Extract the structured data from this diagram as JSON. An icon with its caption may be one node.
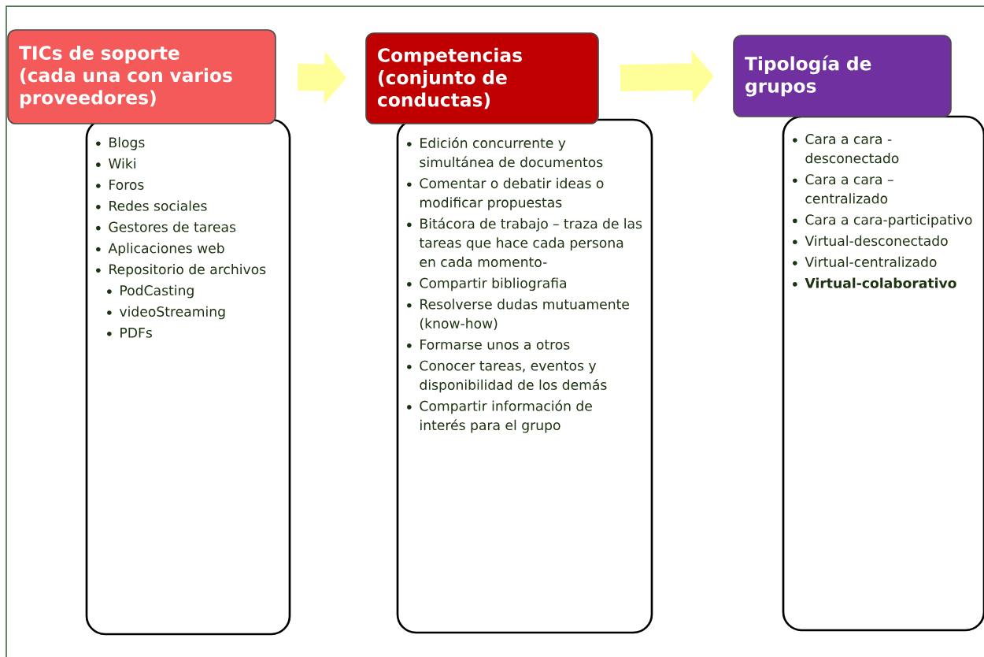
{
  "diagram": {
    "nodes": [
      {
        "text": [
          "TICs de soporte (cada una con varios proveedores)"
        ]
      },
      {
        "text": [
          "Blogs",
          "Wiki",
          "Foros",
          "Redes sociales",
          "Gestores de tareas",
          "Aplicaciones web",
          "Repositorio de archivos",
          "PodCasting",
          "videoStreaming",
          "PDFs"
        ]
      },
      {
        "text": [
          "Competencias (conjunto de conductas)"
        ]
      },
      {
        "text": [
          "Edición concurrente y simultánea de documentos",
          "Comentar o debatir ideas o modificar propuestas",
          "Bitácora de trabajo – traza de las tareas que hace cada persona en cada momento-",
          "Compartir bibliografia",
          "Resolverse dudas mutuamente (know-how)",
          "Formarse unos a otros",
          "Conocer tareas, eventos y disponibilidad de los demás",
          "Compartir información de interés para el grupo"
        ]
      },
      {
        "text": [
          "Tipología de grupos"
        ]
      },
      {
        "text": [
          "Cara a cara - desconectado",
          "Cara a cara – centralizado",
          "Cara a cara-participativo",
          "Virtual-desconectado",
          "Virtual-centralizado",
          "Virtual-colaborativo"
        ]
      }
    ],
    "edges": [
      {
        "from": 0,
        "to": 2,
        "arrow": "to"
      },
      {
        "from": 2,
        "to": 4,
        "arrow": "to"
      }
    ]
  }
}
